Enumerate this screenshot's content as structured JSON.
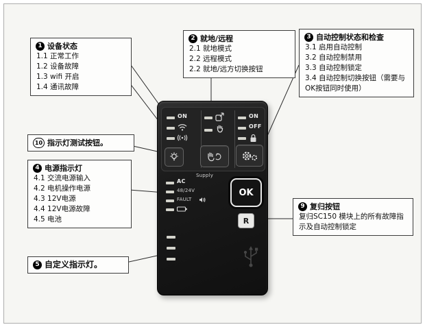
{
  "figure": {
    "description_language": "zh-CN",
    "colors": {
      "figure_bg": "#f6f6f3",
      "device_body": "#1a1a1a",
      "callout_border": "#3c3c3c",
      "led_unlit": "#d3d3cb"
    },
    "icons": [
      "wifi-icon",
      "comm-signal-icon",
      "remote-mode-icon",
      "local-hand-icon",
      "mode-switch-icon",
      "lock-icon",
      "lamp-test-icon",
      "gear-icon",
      "speaker-icon",
      "battery-icon",
      "usb-icon",
      "led-indicator"
    ]
  },
  "callouts": [
    {
      "num": "1",
      "title": "设备状态",
      "items": [
        "1.1 正常工作",
        "1.2 设备故障",
        "1.3 wifi 开启",
        "1.4 通讯故障"
      ]
    },
    {
      "num": "2",
      "title": "就地/远程",
      "items": [
        "2.1 就地模式",
        "2.2 远程模式",
        "2.2 就地/远方切换按钮"
      ]
    },
    {
      "num": "3",
      "title": "自动控制状态和检查",
      "items": [
        "3.1 启用自动控制",
        "3.2 自动控制禁用",
        "3.3 自动控制锁定",
        "3.4 自动控制切换按钮（需要与OK按钮同时使用）"
      ]
    },
    {
      "num": "10",
      "title": "指示灯测试按钮。",
      "items": []
    },
    {
      "num": "4",
      "title": "电源指示灯",
      "items": [
        "4.1 交流电源输入",
        "4.2 电机操作电源",
        "4.3 12V电源",
        "4.4 12V电源故障",
        "4.5 电池"
      ]
    },
    {
      "num": "5",
      "title": "自定义指示灯。",
      "items": []
    },
    {
      "num": "9",
      "title": "复归按钮",
      "items": [
        "复归SC150 模块上的所有故障指示及自动控制锁定"
      ]
    }
  ],
  "device": {
    "cluster_left": {
      "on": "ON"
    },
    "cluster_right": {
      "on": "ON",
      "off": "OFF"
    },
    "power": {
      "supply": "Supply",
      "ac": "AC",
      "dc": "48/24V",
      "fault": "FAULT"
    },
    "ok": "OK",
    "reset": "R"
  }
}
